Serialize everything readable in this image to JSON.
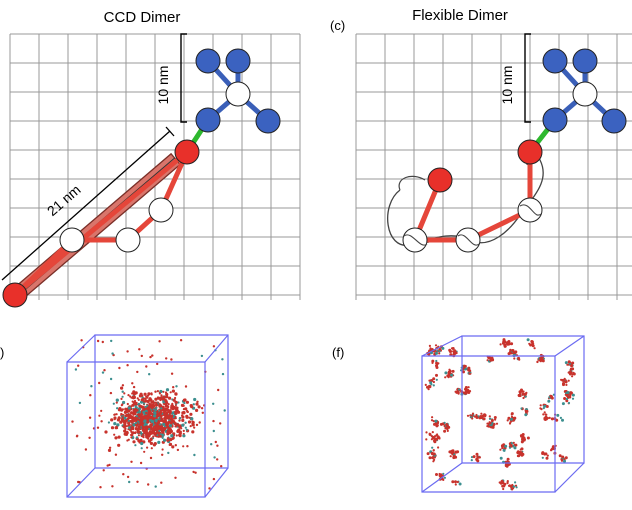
{
  "panels": {
    "top_left": {
      "title": "CCD Dimer",
      "height_label": "10 nm",
      "length_label": "21 nm"
    },
    "top_right": {
      "label": "(c)",
      "title": "Flexible Dimer",
      "height_label": "10 nm"
    },
    "bottom_left": {
      "label": ")"
    },
    "bottom_right": {
      "label": "(f)"
    }
  },
  "colors": {
    "grid": "#999999",
    "blue_bead": "#3b62c0",
    "red_bead": "#e8302a",
    "red_bond": "#e5463a",
    "blue_bond": "#3a5fb8",
    "linker": "#2eb82e",
    "rod": "#d9756b",
    "box": "#6b6bf2",
    "cluster": "#c8322c",
    "cluster_teal": "#3c8f8f"
  }
}
